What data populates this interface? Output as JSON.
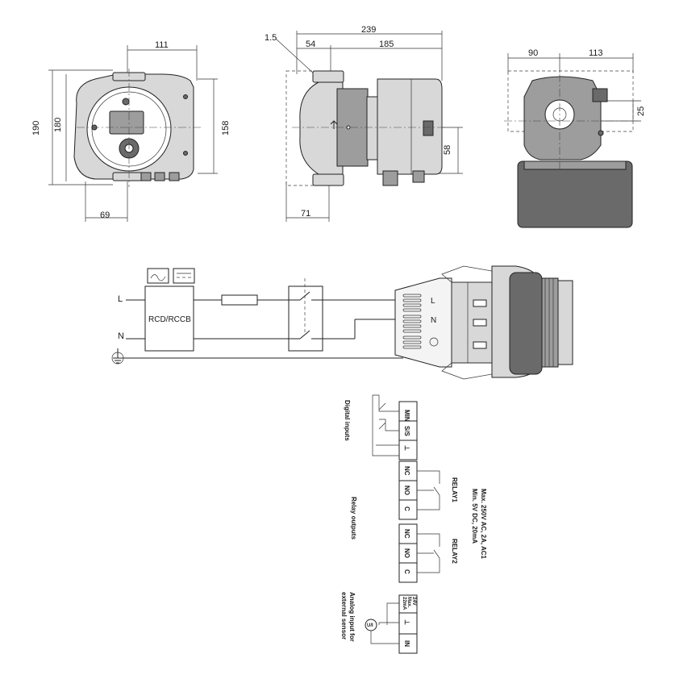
{
  "front_view": {
    "dim_width": "111",
    "dim_height_outer": "190",
    "dim_height_inner": "180",
    "dim_height_right": "158",
    "dim_bottom": "69"
  },
  "side_view": {
    "dim_total": "239",
    "dim_a": "54",
    "dim_b": "185",
    "dim_thickness": "1.5",
    "dim_bottom": "71",
    "dim_right": "58"
  },
  "end_view": {
    "dim_left": "90",
    "dim_right": "113",
    "dim_small": "25"
  },
  "wiring": {
    "line_label": "L",
    "neutral_label": "N",
    "rcd_label": "RCD/RCCB",
    "connector_l": "L",
    "connector_n": "N"
  },
  "terminals": {
    "digital_inputs_label": "Digital inputs",
    "min": "MIN",
    "ss": "S/S",
    "gnd": "⊥",
    "relay_outputs_label": "Relay outputs",
    "relay_rating_1": "Max. 250V AC, 2A, AC1",
    "relay_rating_2": "Min. 5V DC, 20mA",
    "relay1": "RELAY1",
    "relay2": "RELAY2",
    "nc": "NC",
    "no": "NO",
    "c": "C",
    "analog_label_1": "Analog input for",
    "analog_label_2": "external sensor",
    "analog_top_1": "24V",
    "analog_top_2": "Max.",
    "analog_top_3": "22mA",
    "analog_in": "IN",
    "meter": "U/I"
  }
}
